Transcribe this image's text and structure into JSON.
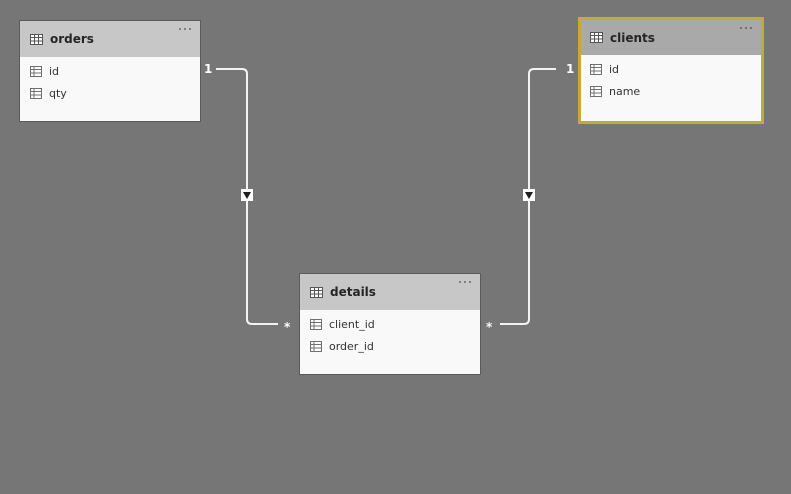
{
  "tables": [
    {
      "id": "orders",
      "title": "orders",
      "fields": [
        "id",
        "qty"
      ],
      "selected": false
    },
    {
      "id": "clients",
      "title": "clients",
      "fields": [
        "id",
        "name"
      ],
      "selected": true
    },
    {
      "id": "details",
      "title": "details",
      "fields": [
        "client_id",
        "order_id"
      ],
      "selected": false
    }
  ],
  "relationships": [
    {
      "from_table": "orders",
      "to_table": "details",
      "from_cardinality": "1",
      "to_cardinality": "*",
      "filter_direction": "single"
    },
    {
      "from_table": "clients",
      "to_table": "details",
      "from_cardinality": "1",
      "to_cardinality": "*",
      "filter_direction": "single"
    }
  ],
  "colors": {
    "canvas": "#767676",
    "card_body": "#f9f9f9",
    "card_header": "#c7c7c7",
    "selected_header": "#a9a9a9",
    "selected_border": "#c7a83a",
    "relation_line": "#f3f3f3"
  },
  "icons": {
    "table": "table-icon",
    "field": "field-icon",
    "more": "more-options-icon",
    "filter_arrow": "filter-direction-arrow-icon"
  }
}
